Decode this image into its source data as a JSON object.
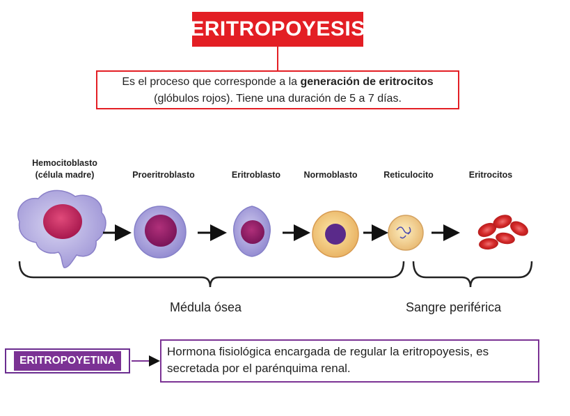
{
  "title": "ERITROPOYESIS",
  "definition": {
    "part1": "Es el proceso que corresponde a la ",
    "bold": "generación de eritrocitos",
    "part2": "(glóbulos rojos). Tiene una duración de 5 a 7 días."
  },
  "stages": [
    {
      "line1": "Hemocitoblasto",
      "line2": "(célula madre)"
    },
    {
      "line1": "Proeritroblasto"
    },
    {
      "line1": "Eritroblasto"
    },
    {
      "line1": "Normoblasto"
    },
    {
      "line1": "Reticulocito"
    },
    {
      "line1": "Eritrocitos"
    }
  ],
  "brackets": {
    "marrow": "Médula ósea",
    "blood": "Sangre periférica"
  },
  "hormone": {
    "name": "ERITROPOYETINA",
    "description": "Hormona fisiológica encargada de regular la eritropoyesis, es secretada por el parénquima renal."
  },
  "colors": {
    "title_red": "#e31e24",
    "hormone_purple": "#7b3294"
  }
}
